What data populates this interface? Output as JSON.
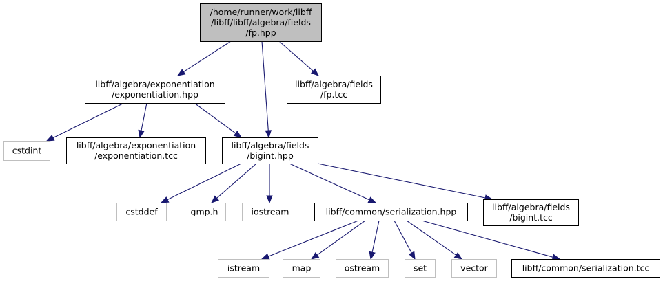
{
  "colors": {
    "edge": "#191970",
    "root_fill": "#bfbfbf",
    "node_border": "#000000",
    "external_border": "#bfbfbf",
    "background": "#ffffff"
  },
  "nodes": [
    {
      "id": "fp_hpp",
      "kind": "root",
      "lines": [
        "/home/runner/work/libff",
        "/libff/libff/algebra/fields",
        "/fp.hpp"
      ]
    },
    {
      "id": "exponentiation_hpp",
      "kind": "defined",
      "lines": [
        "libff/algebra/exponentiation",
        "/exponentiation.hpp"
      ]
    },
    {
      "id": "fp_tcc",
      "kind": "defined",
      "lines": [
        "libff/algebra/fields",
        "/fp.tcc"
      ]
    },
    {
      "id": "cstdint",
      "kind": "external",
      "lines": [
        "cstdint"
      ]
    },
    {
      "id": "exponentiation_tcc",
      "kind": "defined",
      "lines": [
        "libff/algebra/exponentiation",
        "/exponentiation.tcc"
      ]
    },
    {
      "id": "bigint_hpp",
      "kind": "defined",
      "lines": [
        "libff/algebra/fields",
        "/bigint.hpp"
      ]
    },
    {
      "id": "cstddef",
      "kind": "external",
      "lines": [
        "cstddef"
      ]
    },
    {
      "id": "gmp_h",
      "kind": "external",
      "lines": [
        "gmp.h"
      ]
    },
    {
      "id": "iostream",
      "kind": "external",
      "lines": [
        "iostream"
      ]
    },
    {
      "id": "serialization_hpp",
      "kind": "defined",
      "lines": [
        "libff/common/serialization.hpp"
      ]
    },
    {
      "id": "bigint_tcc",
      "kind": "defined",
      "lines": [
        "libff/algebra/fields",
        "/bigint.tcc"
      ]
    },
    {
      "id": "istream",
      "kind": "external",
      "lines": [
        "istream"
      ]
    },
    {
      "id": "map",
      "kind": "external",
      "lines": [
        "map"
      ]
    },
    {
      "id": "ostream",
      "kind": "external",
      "lines": [
        "ostream"
      ]
    },
    {
      "id": "set",
      "kind": "external",
      "lines": [
        "set"
      ]
    },
    {
      "id": "vector",
      "kind": "external",
      "lines": [
        "vector"
      ]
    },
    {
      "id": "serialization_tcc",
      "kind": "defined",
      "lines": [
        "libff/common/serialization.tcc"
      ]
    }
  ],
  "edges": [
    [
      "fp_hpp",
      "exponentiation_hpp"
    ],
    [
      "fp_hpp",
      "bigint_hpp"
    ],
    [
      "fp_hpp",
      "fp_tcc"
    ],
    [
      "exponentiation_hpp",
      "cstdint"
    ],
    [
      "exponentiation_hpp",
      "exponentiation_tcc"
    ],
    [
      "exponentiation_hpp",
      "bigint_hpp"
    ],
    [
      "bigint_hpp",
      "cstddef"
    ],
    [
      "bigint_hpp",
      "gmp_h"
    ],
    [
      "bigint_hpp",
      "iostream"
    ],
    [
      "bigint_hpp",
      "serialization_hpp"
    ],
    [
      "bigint_hpp",
      "bigint_tcc"
    ],
    [
      "serialization_hpp",
      "istream"
    ],
    [
      "serialization_hpp",
      "map"
    ],
    [
      "serialization_hpp",
      "ostream"
    ],
    [
      "serialization_hpp",
      "set"
    ],
    [
      "serialization_hpp",
      "vector"
    ],
    [
      "serialization_hpp",
      "serialization_tcc"
    ]
  ]
}
